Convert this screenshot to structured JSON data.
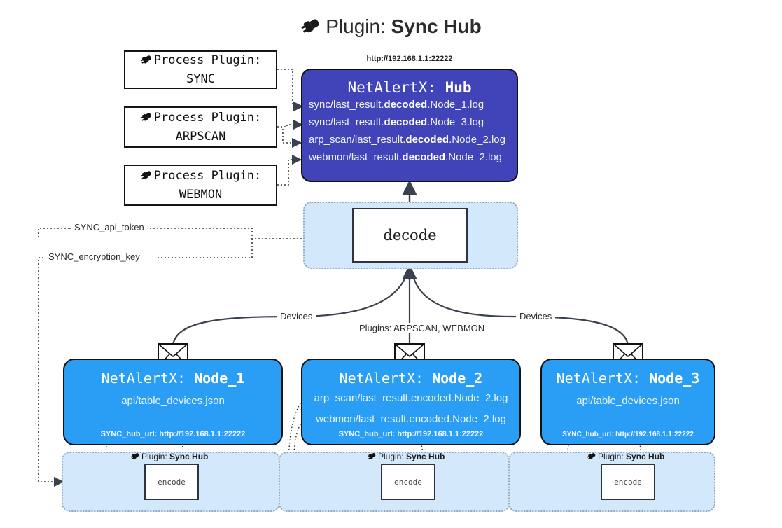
{
  "header": {
    "icon": "plug-icon",
    "prefix": "Plugin: ",
    "name": "Sync Hub"
  },
  "process_plugins": [
    {
      "icon": "plug-icon",
      "line1": "Process Plugin:",
      "line2": "SYNC"
    },
    {
      "icon": "plug-icon",
      "line1": "Process Plugin:",
      "line2": "ARPSCAN"
    },
    {
      "icon": "plug-icon",
      "line1": "Process Plugin:",
      "line2": "WEBMON"
    }
  ],
  "hub": {
    "url": "http://192.168.1.1:22222",
    "title_prefix": "NetAlertX: ",
    "title_name": "Hub",
    "lines": [
      {
        "pre": "sync/last_result.",
        "strong": "decoded",
        "post": ".Node_1.log"
      },
      {
        "pre": "sync/last_result.",
        "strong": "decoded",
        "post": ".Node_3.log"
      },
      {
        "pre": "arp_scan/last_result.",
        "strong": "decoded",
        "post": ".Node_2.log"
      },
      {
        "pre": "webmon/last_result.",
        "strong": "decoded",
        "post": ".Node_2.log"
      }
    ]
  },
  "decode": {
    "label": "decode"
  },
  "secrets": [
    {
      "label": "SYNC_api_token"
    },
    {
      "label": "SYNC_encryption_key"
    }
  ],
  "edge_labels": {
    "devices_left": "Devices",
    "devices_right": "Devices",
    "plugins_center": "Plugins: ARPSCAN, WEBMON"
  },
  "nodes": [
    {
      "title_prefix": "NetAlertX: ",
      "title_name": "Node_1",
      "lines": [
        "api/table_devices.json"
      ],
      "footer": "SYNC_hub_url: http://192.168.1.1:22222",
      "plugin_caption_prefix": "Plugin: ",
      "plugin_caption_name": "Sync Hub",
      "encode_label": "encode",
      "envelope_icon": "envelope-icon"
    },
    {
      "title_prefix": "NetAlertX: ",
      "title_name": "Node_2",
      "lines": [
        "arp_scan/last_result.encoded.Node_2.log",
        "webmon/last_result.encoded.Node_2.log"
      ],
      "footer": "SYNC_hub_url: http://192.168.1.1:22222",
      "plugin_caption_prefix": "Plugin: ",
      "plugin_caption_name": "Sync Hub",
      "encode_label": "encode",
      "envelope_icon": "envelope-icon"
    },
    {
      "title_prefix": "NetAlertX: ",
      "title_name": "Node_3",
      "lines": [
        "api/table_devices.json"
      ],
      "footer": "SYNC_hub_url: http://192.168.1.1:22222",
      "plugin_caption_prefix": "Plugin: ",
      "plugin_caption_name": "Sync Hub",
      "encode_label": "encode",
      "envelope_icon": "envelope-icon"
    }
  ],
  "colors": {
    "hub_fill": "#4044b8",
    "node_fill": "#2a9df4",
    "band_fill": "#d4e8fb",
    "band_border": "#8fa8be",
    "stroke": "#3a4250"
  }
}
